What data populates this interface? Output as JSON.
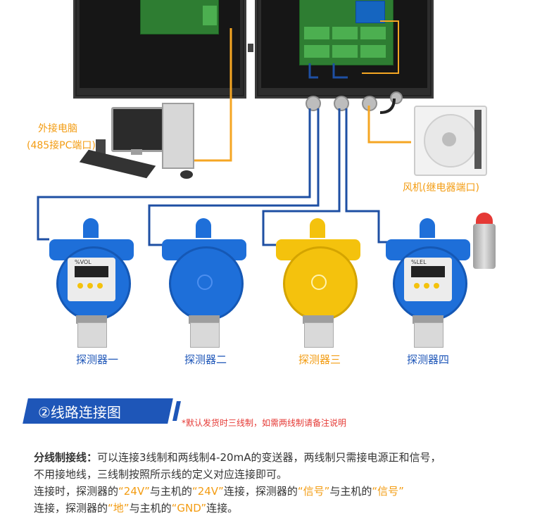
{
  "labels": {
    "pc": "外接电脑",
    "pc_port": "(485接PC端口)",
    "fan": "风机(继电器端口)",
    "detectors": [
      "探测器一",
      "探测器二",
      "探测器三",
      "探测器四"
    ],
    "detector_screen_1": "%VOL",
    "detector_screen_4": "%LEL"
  },
  "section": {
    "title": "②线路连接图",
    "note": "*默认发货时三线制，如需两线制请备注说明"
  },
  "paragraph": {
    "heading": "分线制接线：",
    "line1_rest": "可以连接3线制和两线制4-20mA的变送器，两线制只需接电源正和信号，",
    "line2": "不用接地线，三线制按照所示线的定义对应连接即可。",
    "line3_a": "连接时，探测器的",
    "q_24v": "“24V”",
    "line3_b": "与主机的",
    "q_24v_2": "“24V”",
    "line3_c": "连接，探测器的",
    "q_signal": "“信号”",
    "line3_d": "与主机的",
    "q_signal_2": "“信号”",
    "line4_a": "连接，探测器的",
    "q_ground": "“地”",
    "line4_b": "与主机的",
    "q_gnd": "“GND”",
    "line4_c": "连接。"
  },
  "colors": {
    "wire_blue": "#1e4fa3",
    "wire_orange": "#f5a623",
    "section_bg": "#1e56b8",
    "note_red": "#e53935",
    "highlight_orange": "#f39c12",
    "detector_blue": "#1e6fd9",
    "detector_yellow": "#f4c20d"
  }
}
